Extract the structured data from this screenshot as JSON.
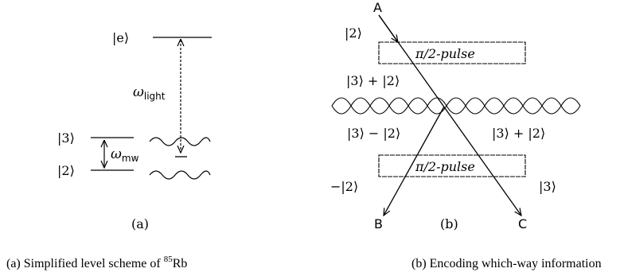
{
  "panel_a": {
    "levels": {
      "e": "|e⟩",
      "three": "|3⟩",
      "two": "|2⟩"
    },
    "omega_light": {
      "symbol": "ω",
      "sub": "light"
    },
    "omega_mw": {
      "symbol": "ω",
      "sub": "mw"
    },
    "sublabel": "(a)"
  },
  "panel_b": {
    "ports": {
      "a": "A",
      "b": "B",
      "c": "C"
    },
    "pulse_label": "π/2-pulse",
    "state_in": "|2⟩",
    "state_superpos_plus": "|3⟩ + |2⟩",
    "state_left": "|3⟩ − |2⟩",
    "state_right": "|3⟩ + |2⟩",
    "state_out_b": "−|2⟩",
    "state_out_c": "|3⟩",
    "sublabel": "(b)"
  },
  "captions": {
    "a_prefix": "(a) Simplified level scheme of ",
    "a_isotope_mass": "85",
    "a_element": "Rb",
    "b": "(b) Encoding which-way information"
  }
}
